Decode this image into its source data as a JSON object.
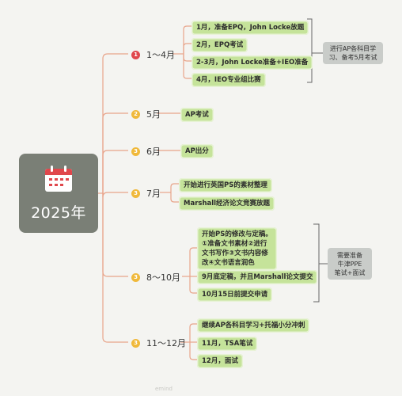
{
  "root": {
    "title": "2025年",
    "icon": "calendar-icon"
  },
  "colors": {
    "badge_red": "#e0474c",
    "badge_yellow": "#f0b93b",
    "line": "#e8a48a",
    "leaf": "#c5e39a",
    "root_bg": "#7a7f76",
    "note": "#c9ccc9"
  },
  "branches": [
    {
      "num": "1",
      "label": "1～4月",
      "badge_color": "#e0474c",
      "items": [
        "1月，准备EPQ，John Locke放题",
        "2月，EPQ考试",
        "2-3月，John Locke准备+IEO准备",
        "4月，IEO专业组比赛"
      ],
      "note": [
        "进行AP各科目学",
        "习、备考5月考试"
      ]
    },
    {
      "num": "2",
      "label": "5月",
      "badge_color": "#f0b93b",
      "items": [
        "AP考试"
      ]
    },
    {
      "num": "3",
      "label": "6月",
      "badge_color": "#f0b93b",
      "items": [
        "AP出分"
      ]
    },
    {
      "num": "3",
      "label": "7月",
      "badge_color": "#f0b93b",
      "items": [
        "开始进行英国PS的素材整理",
        "Marshall经济论文竞赛放题"
      ]
    },
    {
      "num": "3",
      "label": "8～10月",
      "badge_color": "#f0b93b",
      "items": [
        "开始PS的修改与定稿。\n①准备文书素材②进行\n文书写作③文书内容修\n改④文书语言润色",
        "9月底定稿，并且Marshall论文提交",
        "10月15日前提交申请"
      ],
      "note": [
        "需要准备",
        "牛津PPE",
        "笔试+面试"
      ]
    },
    {
      "num": "3",
      "label": "11～12月",
      "badge_color": "#f0b93b",
      "items": [
        "继续AP各科目学习+托福小分冲刺",
        "11月，TSA笔试",
        "12月，面试"
      ]
    }
  ],
  "watermark": "emind"
}
